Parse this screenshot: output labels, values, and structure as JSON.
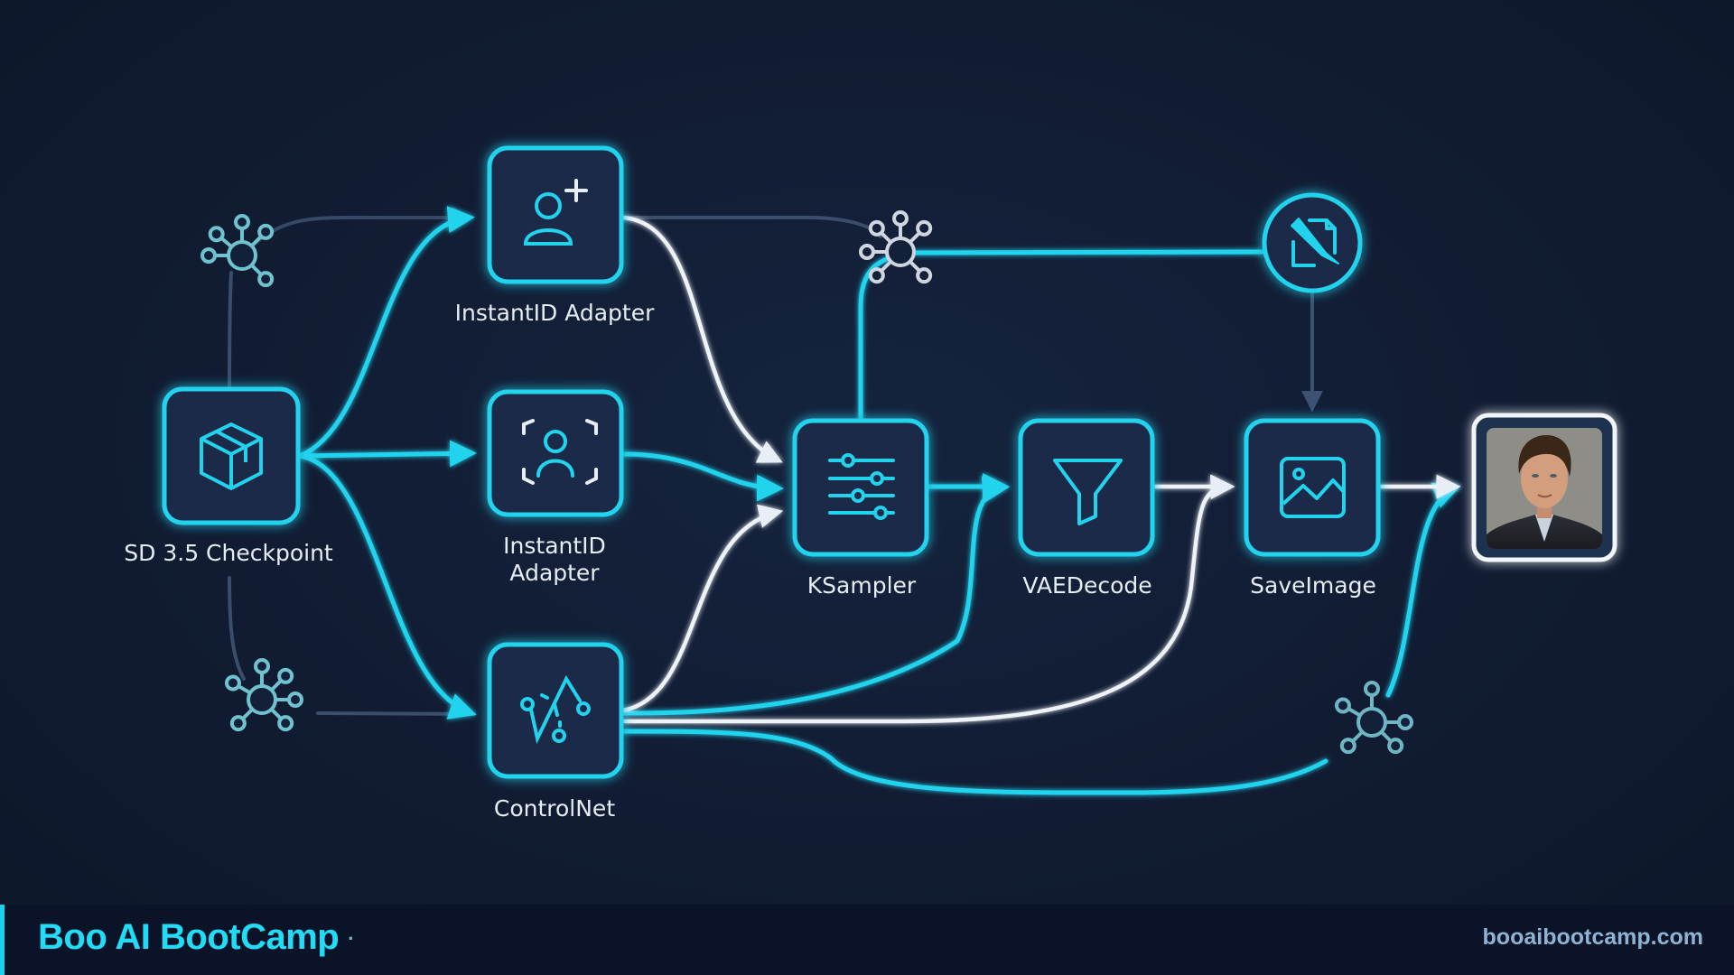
{
  "diagram": {
    "title": "ComfyUI InstantID workflow",
    "nodes": [
      {
        "id": "checkpoint",
        "label": "SD 3.5 Checkpoint",
        "icon": "package-box-icon"
      },
      {
        "id": "instantid1",
        "label": "InstantID Adapter",
        "icon": "user-plus-icon"
      },
      {
        "id": "instantid2",
        "label": "InstantID Adapter",
        "icon": "face-scan-icon"
      },
      {
        "id": "controlnet",
        "label": "ControlNet",
        "icon": "pose-skeleton-icon"
      },
      {
        "id": "ksampler",
        "label": "KSampler",
        "icon": "sliders-icon"
      },
      {
        "id": "vaedecode",
        "label": "VAEDecode",
        "icon": "funnel-icon"
      },
      {
        "id": "saveimage",
        "label": "SaveImage",
        "icon": "image-icon"
      },
      {
        "id": "editor",
        "label": "",
        "icon": "edit-document-icon"
      },
      {
        "id": "output",
        "label": "",
        "icon": "portrait-output-image"
      }
    ],
    "edges": [
      {
        "from": "checkpoint",
        "to": "instantid1",
        "style": "cyan"
      },
      {
        "from": "checkpoint",
        "to": "instantid2",
        "style": "cyan"
      },
      {
        "from": "checkpoint",
        "to": "controlnet",
        "style": "cyan"
      },
      {
        "from": "instantid1",
        "to": "ksampler",
        "style": "white"
      },
      {
        "from": "instantid2",
        "to": "ksampler",
        "style": "cyan"
      },
      {
        "from": "controlnet",
        "to": "ksampler",
        "style": "white"
      },
      {
        "from": "controlnet",
        "to": "vaedecode",
        "style": "cyan"
      },
      {
        "from": "controlnet",
        "to": "saveimage",
        "style": "white"
      },
      {
        "from": "controlnet",
        "to": "output",
        "style": "cyan"
      },
      {
        "from": "ksampler",
        "to": "vaedecode",
        "style": "cyan"
      },
      {
        "from": "vaedecode",
        "to": "saveimage",
        "style": "white"
      },
      {
        "from": "saveimage",
        "to": "output",
        "style": "white"
      },
      {
        "from": "ksampler",
        "to": "editor",
        "style": "cyan"
      },
      {
        "from": "editor",
        "to": "saveimage",
        "style": "muted"
      }
    ]
  },
  "colors": {
    "accent": "#22d3ee",
    "background": "#111c33",
    "node_fill": "#1f2c48",
    "edge_white": "#eef3f8",
    "edge_muted": "#3d5272"
  },
  "footer": {
    "brand": "Boo AI BootCamp",
    "brand_dot": "·",
    "site": "booaibootcamp.com"
  }
}
